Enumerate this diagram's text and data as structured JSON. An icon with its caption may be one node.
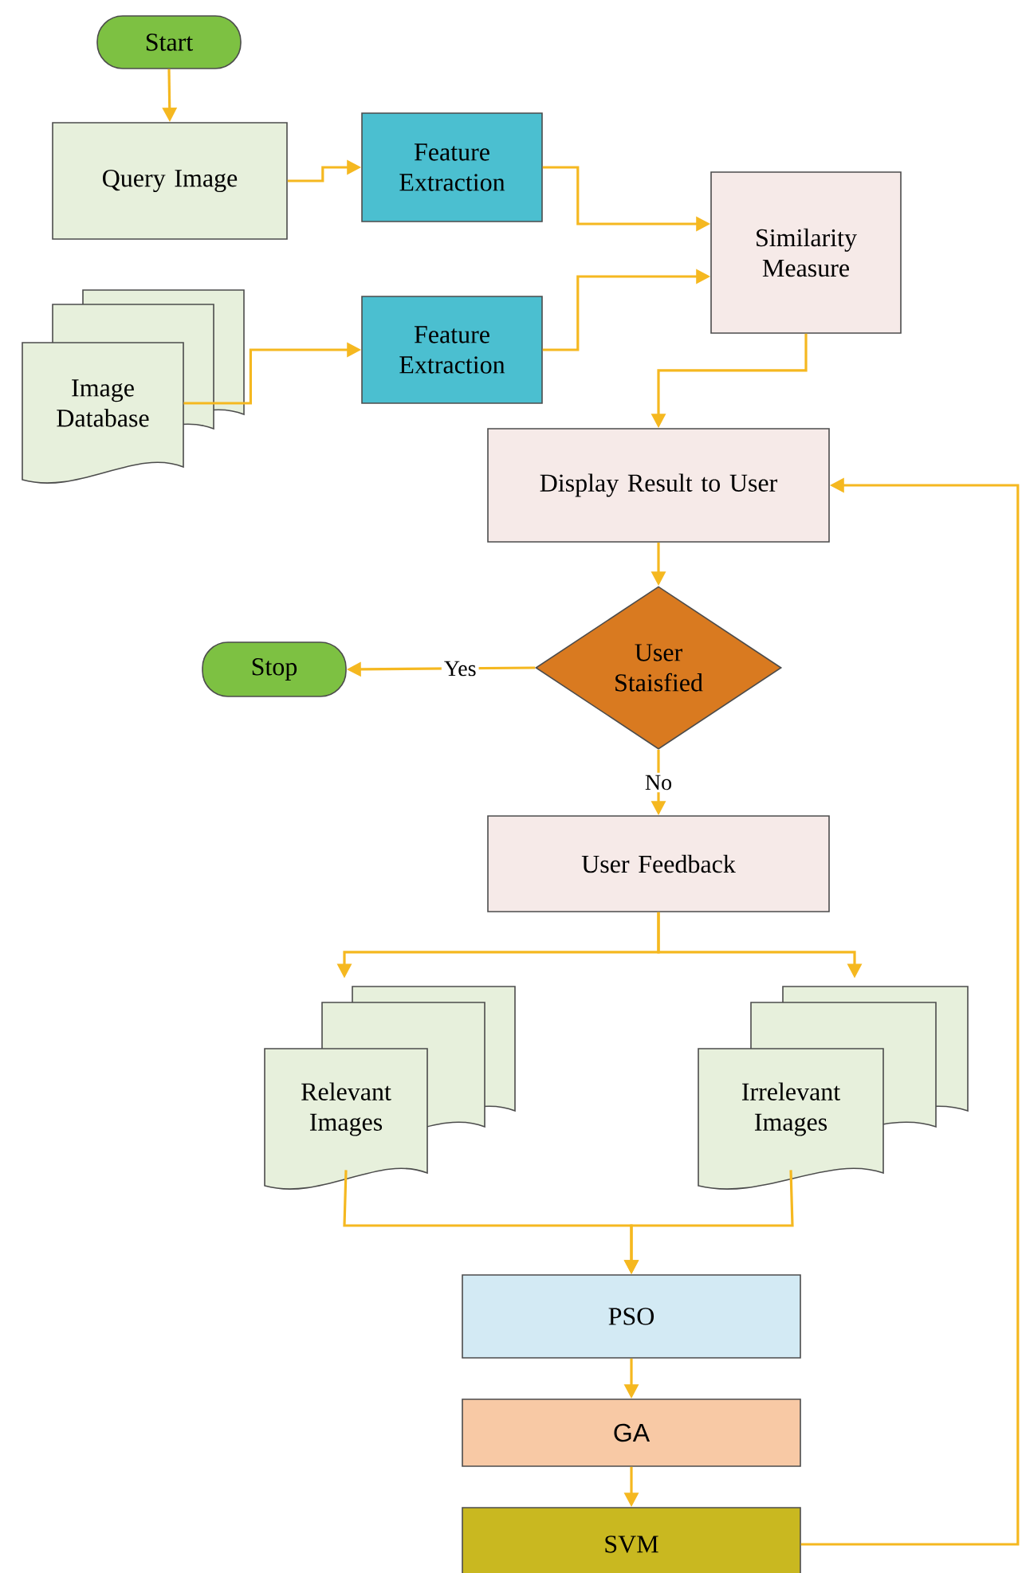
{
  "diagram": {
    "nodes": [
      {
        "text": [
          "Start"
        ]
      },
      {
        "text": [
          "Query Image"
        ]
      },
      {
        "text": [
          "Feature Extraction"
        ]
      },
      {
        "text": [
          "Similarity Measure"
        ]
      },
      {
        "text": [
          "Image Database"
        ]
      },
      {
        "text": [
          "Feature Extraction"
        ]
      },
      {
        "text": [
          "Display Result to User"
        ]
      },
      {
        "text": [
          "User Staisfied"
        ]
      },
      {
        "text": [
          "Stop"
        ]
      },
      {
        "text": [
          "User Feedback"
        ]
      },
      {
        "text": [
          "Relevant Images"
        ]
      },
      {
        "text": [
          "Irrelevant Images"
        ]
      },
      {
        "text": [
          "PSO"
        ]
      },
      {
        "text": [
          "GA"
        ]
      },
      {
        "text": [
          "SVM"
        ]
      }
    ],
    "edges": [
      {
        "from": 0,
        "to": 1,
        "arrow": "to"
      },
      {
        "from": 1,
        "to": 2,
        "arrow": "to"
      },
      {
        "from": 2,
        "to": 3,
        "arrow": "to"
      },
      {
        "from": 4,
        "to": 5,
        "arrow": "to"
      },
      {
        "from": 5,
        "to": 3,
        "arrow": "to"
      },
      {
        "from": 3,
        "to": 6,
        "arrow": "to"
      },
      {
        "from": 6,
        "to": 7,
        "arrow": "to"
      },
      {
        "from": 7,
        "to": 8,
        "label": "Yes",
        "arrow": "to"
      },
      {
        "from": 7,
        "to": 9,
        "label": "No",
        "arrow": "to"
      },
      {
        "from": 9,
        "to": 10,
        "arrow": "to"
      },
      {
        "from": 9,
        "to": 11,
        "arrow": "to"
      },
      {
        "from": 10,
        "to": 12,
        "arrow": "to"
      },
      {
        "from": 11,
        "to": 12,
        "arrow": "to"
      },
      {
        "from": 12,
        "to": 13,
        "arrow": "to"
      },
      {
        "from": 13,
        "to": 14,
        "arrow": "to"
      },
      {
        "from": 14,
        "to": 6,
        "arrow": "to"
      }
    ]
  }
}
